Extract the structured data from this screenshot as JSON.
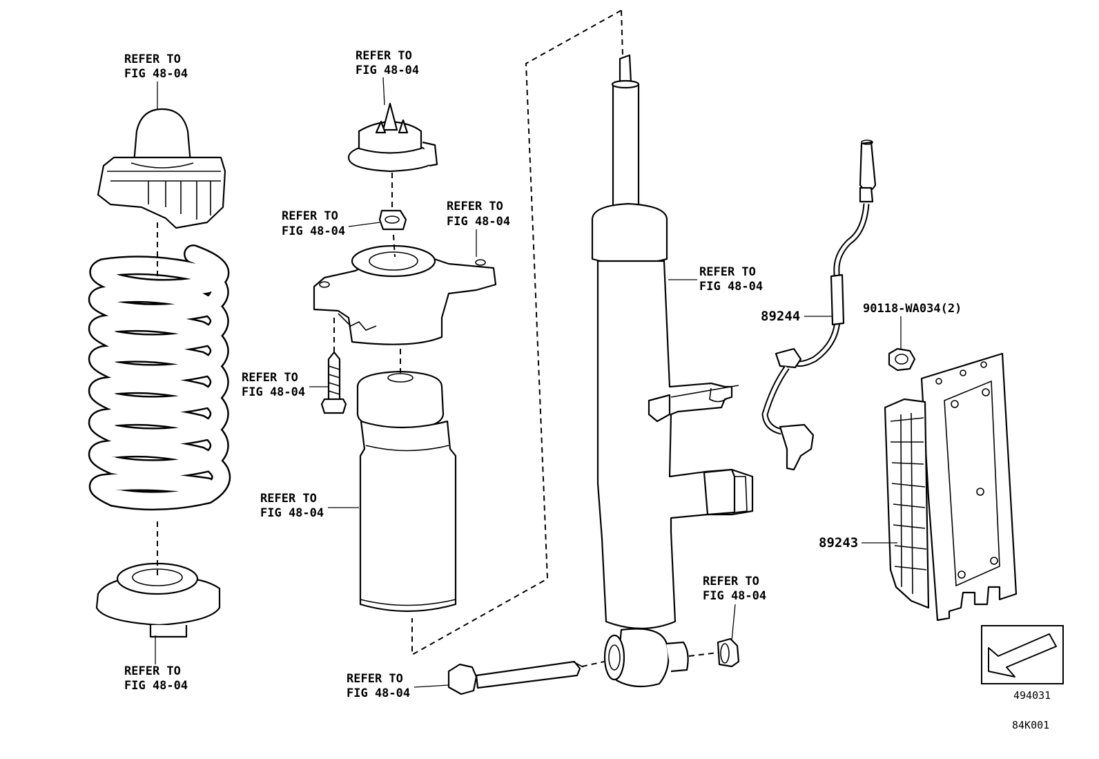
{
  "diagram": {
    "refer_labels": [
      {
        "line1": "REFER TO",
        "line2": "FIG 48-04"
      },
      {
        "line1": "REFER TO",
        "line2": "FIG 48-04"
      },
      {
        "line1": "REFER TO",
        "line2": "FIG 48-04"
      },
      {
        "line1": "REFER TO",
        "line2": "FIG 48-04"
      },
      {
        "line1": "REFER TO",
        "line2": "FIG 48-04"
      },
      {
        "line1": "REFER TO",
        "line2": "FIG 48-04"
      },
      {
        "line1": "REFER TO",
        "line2": "FIG 48-04"
      },
      {
        "line1": "REFER TO",
        "line2": "FIG 48-04"
      },
      {
        "line1": "REFER TO",
        "line2": "FIG 48-04"
      },
      {
        "line1": "REFER TO",
        "line2": "FIG 48-04"
      }
    ],
    "part_numbers": {
      "sensor_wire": "89244",
      "bolt": "90118-WA034(2)",
      "control_unit": "89243"
    },
    "illustration_code": "494031",
    "figure_code": "84K001"
  }
}
